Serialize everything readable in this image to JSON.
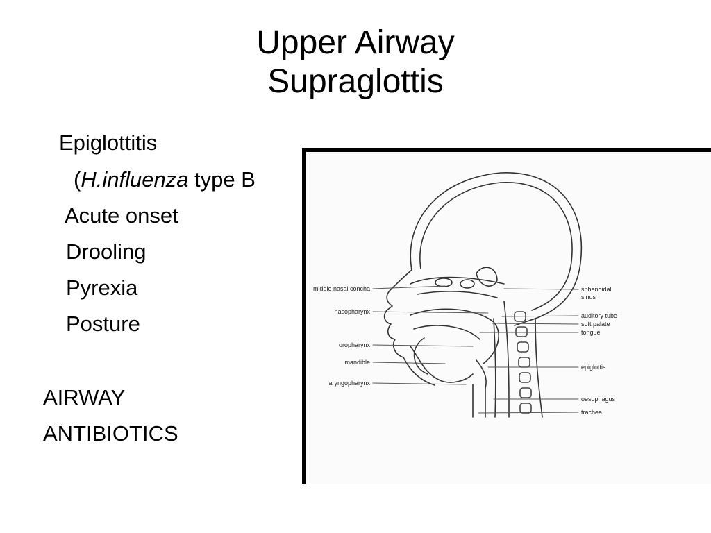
{
  "title": {
    "line1": "Upper Airway",
    "line2": "Supraglottis"
  },
  "bullets": {
    "b1": "Epiglottitis",
    "b2_open": "(",
    "b2_italic": "H.influenza",
    "b2_rest": " type B",
    "b3": "Acute onset",
    "b4": "Drooling",
    "b5": "Pyrexia",
    "b6": "Posture"
  },
  "actions": {
    "a1": "AIRWAY",
    "a2": "ANTIBIOTICS"
  },
  "diagram": {
    "labels_left": {
      "middle_nasal_concha": "middle nasal concha",
      "nasopharynx": "nasopharynx",
      "oropharynx": "oropharynx",
      "mandible": "mandible",
      "laryngopharynx": "laryngopharynx"
    },
    "labels_right": {
      "sphenoidal": "sphenoidal",
      "sinus": "sinus",
      "auditory_tube": "auditory tube",
      "soft_palate": "soft palate",
      "tongue": "tongue",
      "epiglottis": "epiglottis",
      "oesophagus": "oesophagus",
      "trachea": "trachea"
    }
  }
}
